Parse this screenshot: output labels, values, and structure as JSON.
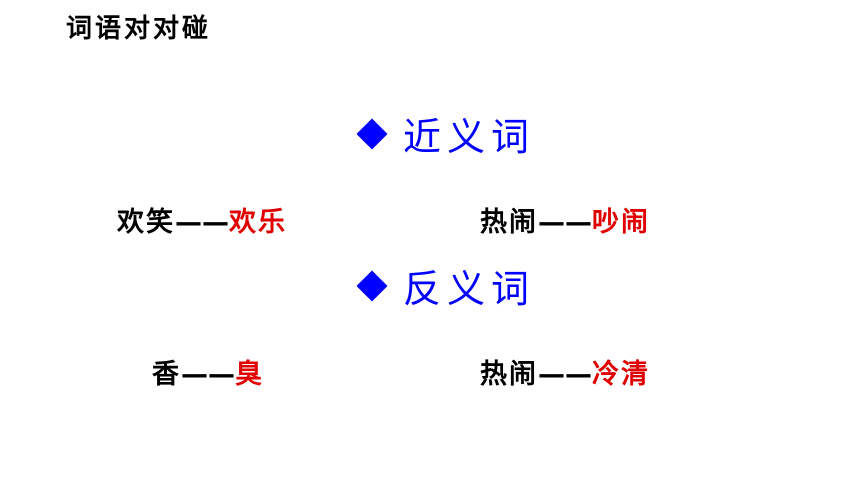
{
  "title": "词语对对碰",
  "sections": [
    {
      "heading": "近义词",
      "pairs": [
        {
          "word": "欢笑",
          "dash": "——",
          "match": "欢乐"
        },
        {
          "word": "热闹",
          "dash": "——",
          "match": "吵闹"
        }
      ]
    },
    {
      "heading": "反义词",
      "pairs": [
        {
          "word": "香",
          "dash": "——",
          "match": "臭"
        },
        {
          "word": "热闹",
          "dash": "——",
          "match": "冷清"
        }
      ]
    }
  ],
  "colors": {
    "heading": "#0000ff",
    "answer": "#e00000",
    "text": "#000000"
  },
  "icons": {
    "bullet": "diamond-icon"
  }
}
